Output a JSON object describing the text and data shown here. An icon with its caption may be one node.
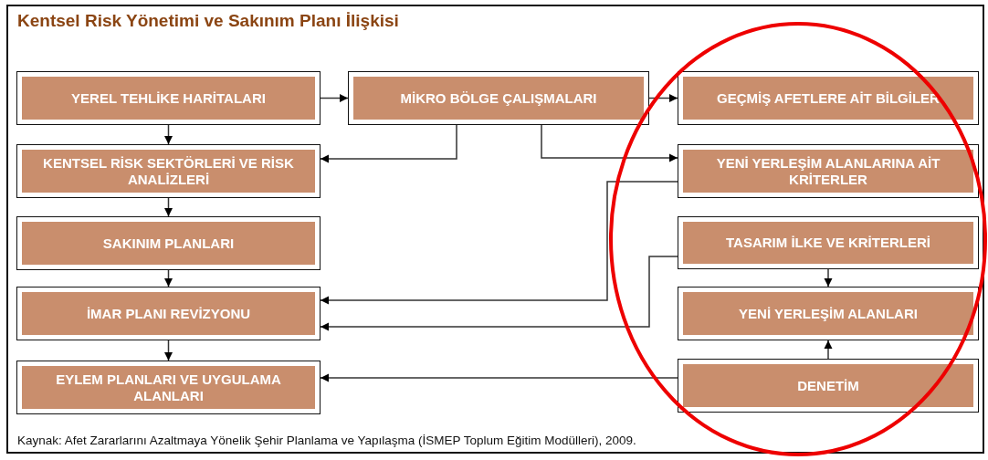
{
  "diagram": {
    "title": "Kentsel Risk Yönetimi ve Sakınım Planı İlişkisi",
    "caption": "Kaynak: Afet Zararlarını Azaltmaya Yönelik Şehir Planlama ve Yapılaşma (İSMEP Toplum Eğitim Modülleri), 2009.",
    "nodes": [
      {
        "text": [
          "YEREL TEHLİKE HARİTALARI"
        ]
      },
      {
        "text": [
          "MİKRO BÖLGE ÇALIŞMALARI"
        ]
      },
      {
        "text": [
          "GEÇMİŞ AFETLERE AİT BİLGİLER"
        ]
      },
      {
        "text": [
          "KENTSEL RİSK SEKTÖRLERİ VE RİSK ANALİZLERİ"
        ]
      },
      {
        "text": [
          "YENİ YERLEŞİM ALANLARINA AİT KRİTERLER"
        ]
      },
      {
        "text": [
          "SAKINIM PLANLARI"
        ]
      },
      {
        "text": [
          "TASARIM İLKE VE KRİTERLERİ"
        ]
      },
      {
        "text": [
          "İMAR PLANI REVİZYONU"
        ]
      },
      {
        "text": [
          "YENİ YERLEŞİM ALANLARI"
        ]
      },
      {
        "text": [
          "EYLEM PLANLARI VE UYGULAMA ALANLARI"
        ]
      },
      {
        "text": [
          "DENETİM"
        ]
      }
    ],
    "edges": [
      {
        "from": 0,
        "to": 1,
        "arrow": "to"
      },
      {
        "from": 1,
        "to": 2,
        "arrow": "to"
      },
      {
        "from": 0,
        "to": 3,
        "arrow": "to"
      },
      {
        "from": 1,
        "to": 3,
        "arrow": "to"
      },
      {
        "from": 1,
        "to": 4,
        "arrow": "to"
      },
      {
        "from": 3,
        "to": 5,
        "arrow": "to"
      },
      {
        "from": 5,
        "to": 7,
        "arrow": "to"
      },
      {
        "from": 7,
        "to": 9,
        "arrow": "to"
      },
      {
        "from": 4,
        "to": 7,
        "arrow": "to"
      },
      {
        "from": 6,
        "to": 7,
        "arrow": "to"
      },
      {
        "from": 6,
        "to": 8,
        "arrow": "to"
      },
      {
        "from": 10,
        "to": 8,
        "arrow": "to"
      },
      {
        "from": 10,
        "to": 9,
        "arrow": "to"
      }
    ]
  }
}
